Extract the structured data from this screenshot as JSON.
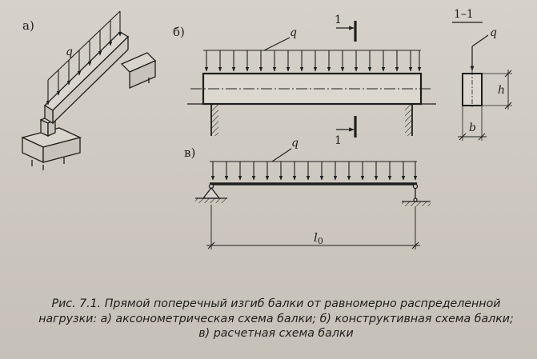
{
  "figure": {
    "panel_a_label": "а)",
    "panel_b_label": "б)",
    "panel_c_label": "в)",
    "load_label": "q",
    "section_title": "1–1",
    "section_mark": "1",
    "height_label": "h",
    "width_label": "b",
    "span_label": "l",
    "span_subscript": "0"
  },
  "caption": {
    "line1": "Рис. 7.1. Прямой поперечный изгиб балки от равномерно распределенной",
    "line2": "нагрузки: а) аксонометрическая схема балки; б) конструктивная схема балки;",
    "line3": "в) расчетная схема балки"
  }
}
